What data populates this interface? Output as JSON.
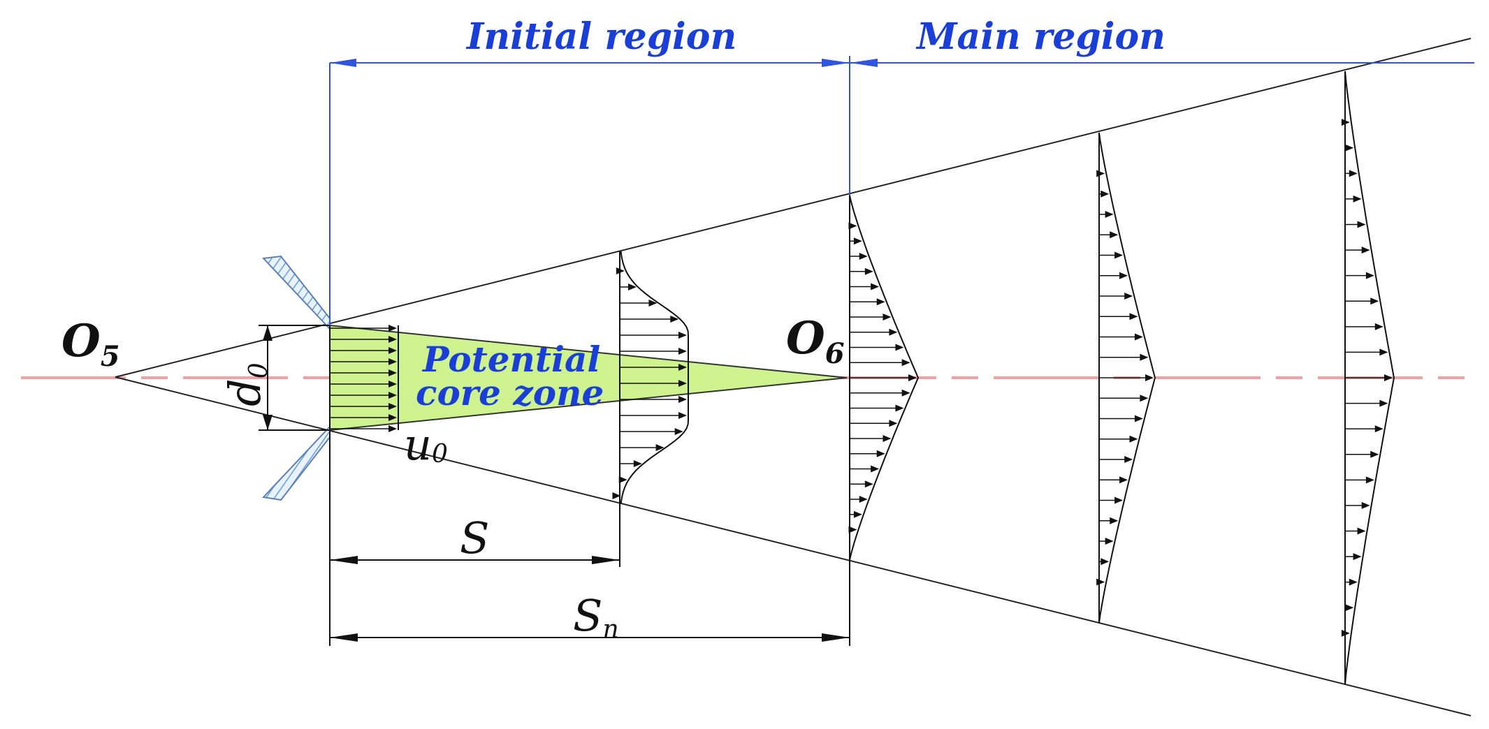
{
  "labels": {
    "initial_region": "Initial region",
    "main_region": "Main region",
    "core_line1": "Potential",
    "core_line2": "core zone",
    "origin_point": {
      "main": "O",
      "sub": "5"
    },
    "core_end_point": {
      "main": "O",
      "sub": "6"
    },
    "nozzle_diameter": {
      "main": "d",
      "sub": "0"
    },
    "outlet_velocity": {
      "main": "u",
      "sub": "0"
    },
    "distance": {
      "main": "S",
      "sub": ""
    },
    "core_length": {
      "main": "S",
      "sub": "n"
    }
  },
  "colors": {
    "dimension_lines": "#2f55e0",
    "region_text": "#1a3fd8",
    "core_fill": "#cdf28e",
    "axis_line": "#f4a0a0",
    "nozzle_hatch": "#6a9bd6",
    "profile_lines": "#111111"
  },
  "icons": [
    "nozzle-wall-upper",
    "nozzle-wall-lower",
    "velocity-arrow"
  ]
}
